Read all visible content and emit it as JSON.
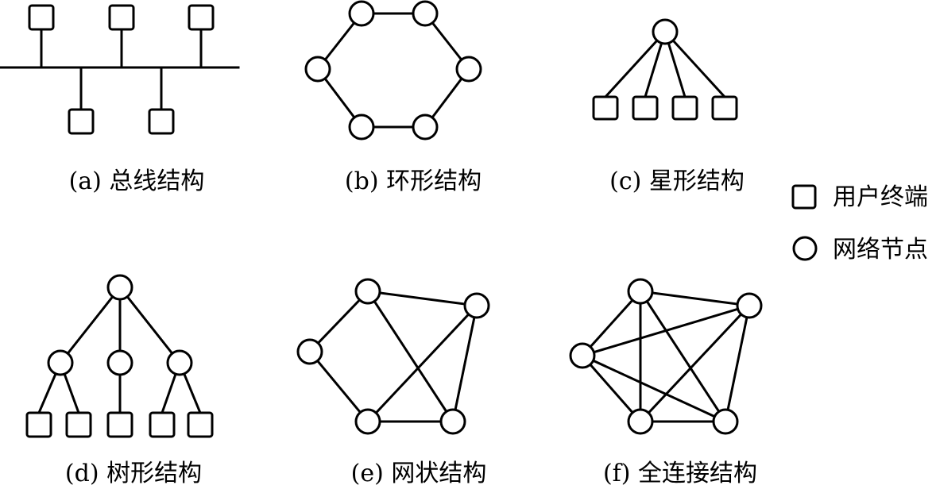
{
  "captions": {
    "a": "(a) 总线结构",
    "b": "(b) 环形结构",
    "c": "(c) 星形结构",
    "d": "(d) 树形结构",
    "e": "(e) 网状结构",
    "f": "(f) 全连接结构"
  },
  "legend": {
    "terminal_label": "用户终端",
    "node_label": "网络节点"
  }
}
